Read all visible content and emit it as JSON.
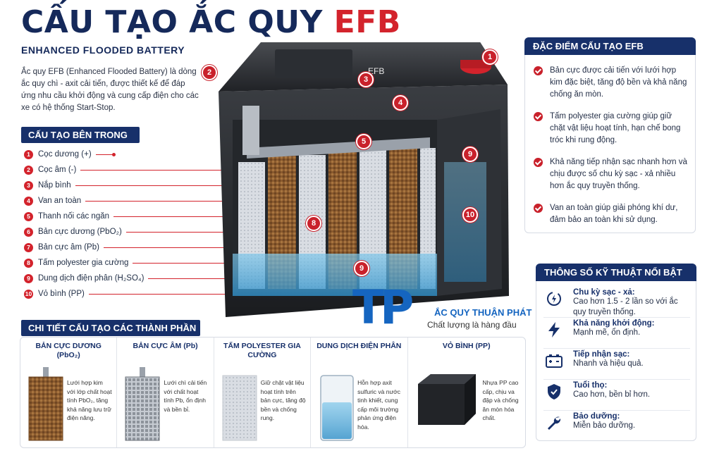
{
  "header": {
    "title_main": "CẤU TẠO ẮC QUY ",
    "title_accent": "EFB",
    "subtitle": "ENHANCED FLOODED BATTERY",
    "intro": "Ắc quy EFB (Enhanced Flooded Battery) là dòng ắc quy chì - axit cải tiến, được thiết kế để đáp ứng nhu cầu khởi động và cung cấp điện cho các xe có hệ thống Start-Stop."
  },
  "inner": {
    "heading": "CẤU TẠO BÊN TRONG",
    "items": [
      {
        "num": "1",
        "label": "Cọc dương (+)"
      },
      {
        "num": "2",
        "label": "Cọc âm (-)"
      },
      {
        "num": "3",
        "label": "Nắp bình"
      },
      {
        "num": "4",
        "label": "Van an toàn"
      },
      {
        "num": "5",
        "label": "Thanh nối các ngăn"
      },
      {
        "num": "6",
        "label": "Bản cực dương (PbO₂)"
      },
      {
        "num": "7",
        "label": "Bản cực âm (Pb)"
      },
      {
        "num": "8",
        "label": "Tấm polyester gia cường"
      },
      {
        "num": "9",
        "label": "Dung dịch điện phân (H₂SO₄)"
      },
      {
        "num": "10",
        "label": "Vỏ bình (PP)"
      }
    ]
  },
  "battery": {
    "lid_text": "EFB",
    "callouts": [
      "1",
      "2",
      "3",
      "4",
      "5",
      "8",
      "9",
      "10",
      "9"
    ]
  },
  "features": {
    "heading": "ĐẶC ĐIỂM CẤU TẠO EFB",
    "items": [
      "Bản cực được cải tiến với lưới hợp kim đặc biệt, tăng độ bền và khả năng chống ăn mòn.",
      "Tấm polyester gia cường giúp giữ chặt vật liệu hoạt tính, hạn chế bong tróc khi rung động.",
      "Khả năng tiếp nhận sạc nhanh hơn và chịu được số chu kỳ sạc - xả nhiều hơn ắc quy truyền thống.",
      "Van an toàn giúp giải phóng khí dư, đảm bảo an toàn khi sử dụng."
    ]
  },
  "specs": {
    "heading": "THÔNG SỐ KỸ THUẬT NỔI BẬT",
    "items": [
      {
        "icon": "cycle-icon",
        "title": "Chu kỳ sạc - xả:",
        "value": "Cao hơn 1.5 - 2 lần so với ắc quy truyền thống."
      },
      {
        "icon": "lightning-icon",
        "title": "Khả năng khởi động:",
        "value": "Mạnh mẽ, ổn định."
      },
      {
        "icon": "battery-charge-icon",
        "title": "Tiếp nhận sạc:",
        "value": "Nhanh và hiệu quả."
      },
      {
        "icon": "shield-check-icon",
        "title": "Tuổi thọ:",
        "value": "Cao hơn, bền bỉ hơn."
      },
      {
        "icon": "wrench-icon",
        "title": "Bảo dưỡng:",
        "value": "Miễn bảo dưỡng."
      }
    ]
  },
  "details": {
    "heading": "CHI TIẾT CẤU TẠO CÁC THÀNH PHẦN",
    "items": [
      {
        "title": "BẢN CỰC DƯƠNG (PbO₂)",
        "desc": "Lưới hợp kim với lớp chất hoạt tính PbO₂, tăng khả năng lưu trữ điện năng."
      },
      {
        "title": "BẢN CỰC ÂM (Pb)",
        "desc": "Lưới chì cải tiến với chất hoạt tính Pb, ổn định và bền bỉ."
      },
      {
        "title": "TẤM POLYESTER GIA CƯỜNG",
        "desc": "Giữ chặt vật liệu hoạt tính trên bản cực, tăng độ bền và chống rung."
      },
      {
        "title": "DUNG DỊCH ĐIỆN PHÂN",
        "desc": "Hỗn hợp axit sulfuric và nước tinh khiết, cung cấp môi trường phản ứng điện hóa."
      },
      {
        "title": "VỎ BÌNH (PP)",
        "desc": "Nhựa PP cao cấp, chịu va đập và chống ăn mòn hóa chất."
      }
    ]
  },
  "logo": {
    "mark": "TP",
    "name": "ẮC QUY THUẬN PHÁT",
    "slogan": "Chất lượng là hàng đầu"
  },
  "colors": {
    "navy": "#17306a",
    "red": "#d3232c",
    "brand_blue": "#1565c0"
  }
}
